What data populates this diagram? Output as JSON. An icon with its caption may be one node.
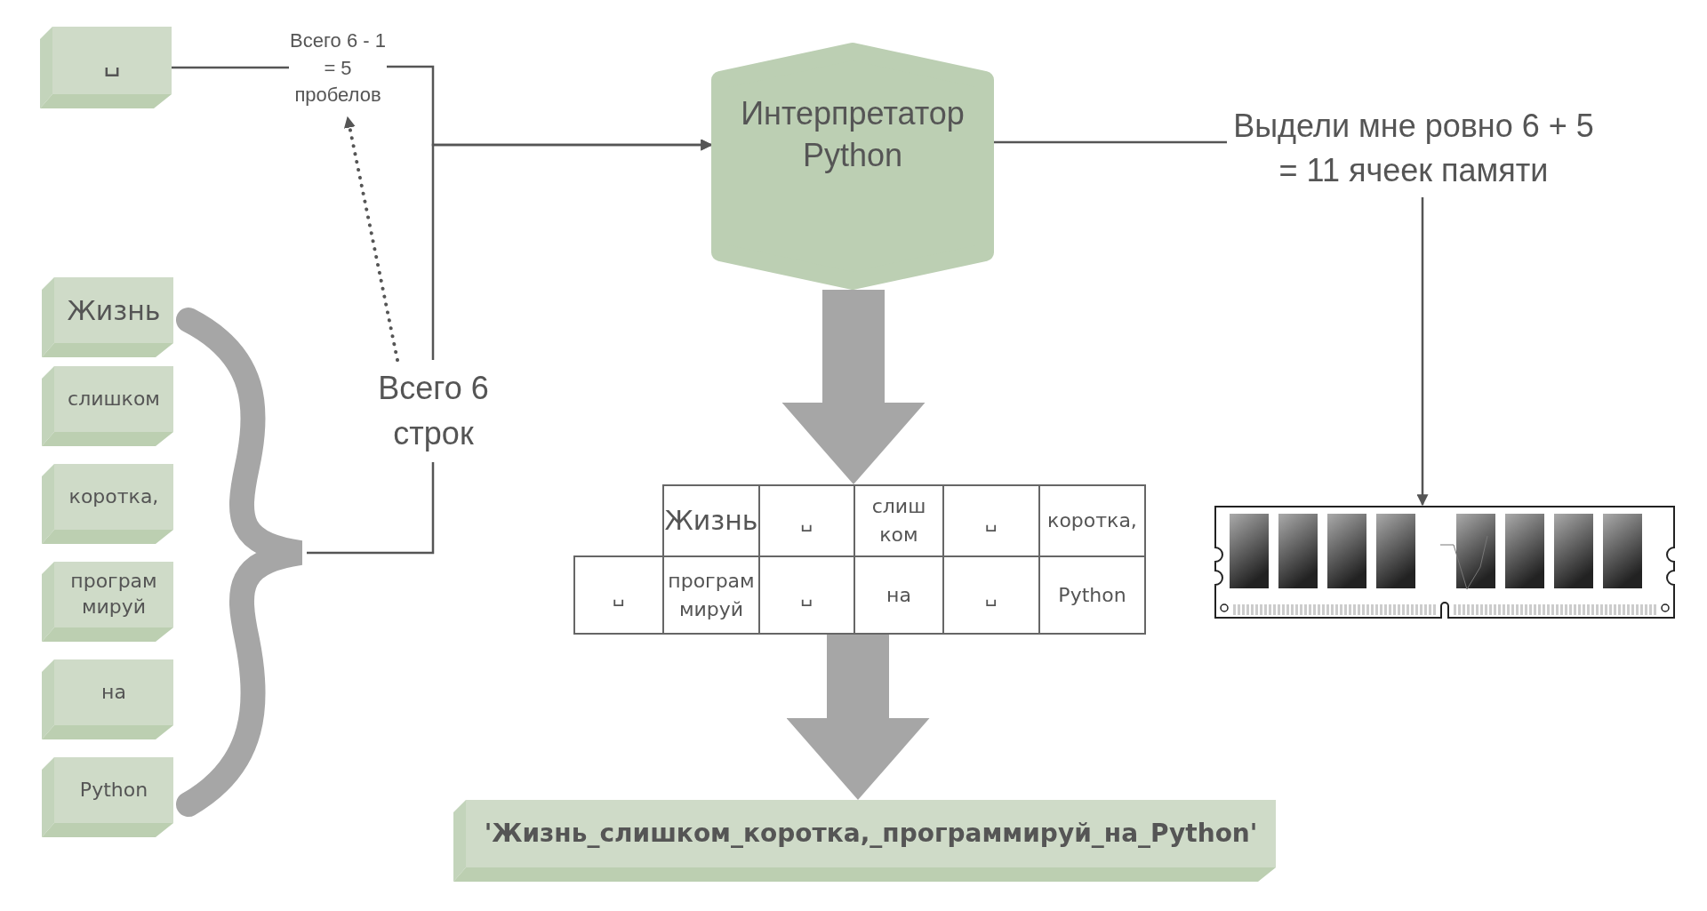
{
  "diagram": {
    "nodes": [
      {
        "text": [
          "␣"
        ]
      },
      {
        "text": [
          "Всего 6 - 1 = 5 пробелов"
        ]
      },
      {
        "text": [
          "Интерпретатор Python"
        ]
      },
      {
        "text": [
          "Выдели мне ровно 6 + 5 = 11 ячеек памяти"
        ]
      },
      {
        "text": [
          "Жизнь"
        ]
      },
      {
        "text": [
          "слишком"
        ]
      },
      {
        "text": [
          "коротка,"
        ]
      },
      {
        "text": [
          "програм мируй"
        ]
      },
      {
        "text": [
          "на"
        ]
      },
      {
        "text": [
          "Python"
        ]
      },
      {
        "text": [],
        "shape": "brace"
      },
      {
        "text": [
          "Всего 6 строк"
        ]
      },
      {
        "text": [
          "Жизнь",
          "␣",
          "слиш ком",
          "␣",
          "коротка,",
          "␣",
          "програм мируй",
          "␣",
          "на",
          "␣",
          "Python"
        ]
      },
      {
        "text": [],
        "shape": "picture"
      },
      {
        "text": [
          "'Жизнь_слишком_коротка,_программируй_на_Python'"
        ]
      }
    ],
    "edges": [
      {
        "from": 0,
        "to": 1,
        "arrow": "none"
      },
      {
        "from": 1,
        "to": 2,
        "arrow": "to"
      },
      {
        "from": 10,
        "to": 11,
        "arrow": "none"
      },
      {
        "from": 11,
        "to": 2,
        "arrow": "to"
      },
      {
        "from": 11,
        "to": 1,
        "arrow": "to",
        "style": "dashed"
      },
      {
        "from": 2,
        "to": 3,
        "arrow": "none"
      },
      {
        "from": 3,
        "to": 13,
        "arrow": "to"
      },
      {
        "from": 2,
        "to": 12,
        "arrow": "to",
        "style": "thick",
        "color": "#a6a6a6"
      },
      {
        "from": 12,
        "to": 14,
        "arrow": "to",
        "style": "thick",
        "color": "#a6a6a6"
      }
    ]
  }
}
